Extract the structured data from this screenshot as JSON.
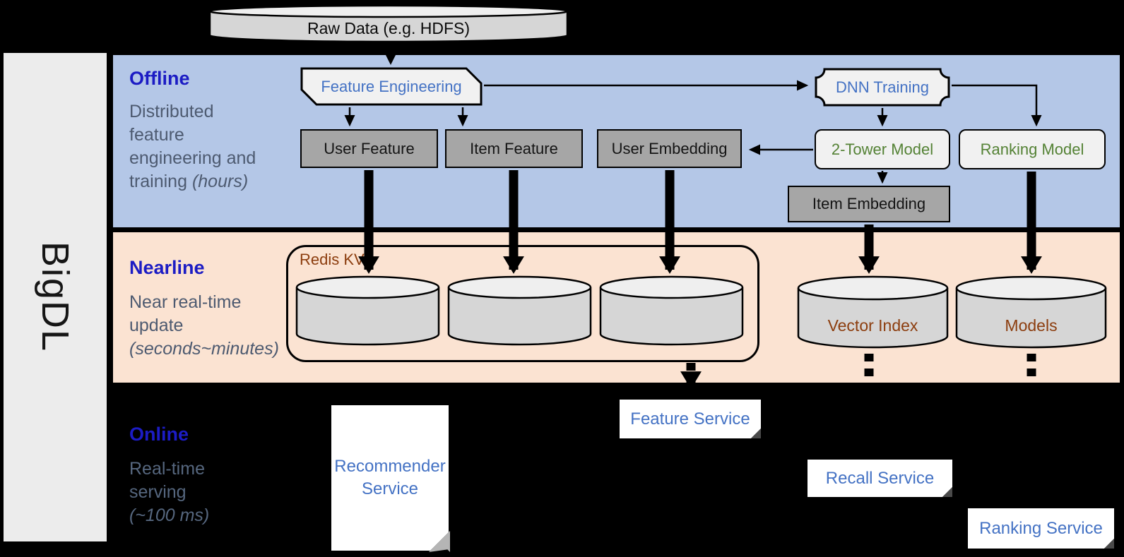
{
  "sidebar": {
    "label": "BigDL"
  },
  "data_source": {
    "label": "Raw Data (e.g. HDFS)"
  },
  "bands": {
    "offline": {
      "title": "Offline",
      "desc_line1": "Distributed",
      "desc_line2": "feature",
      "desc_line3": "engineering and",
      "desc_line4": "training",
      "desc_italic": "(hours)"
    },
    "nearline": {
      "title": "Nearline",
      "desc_line1": "Near real-time",
      "desc_line2": "update",
      "desc_italic": "(seconds~minutes)"
    },
    "online": {
      "title": "Online",
      "desc_line1": "Real-time",
      "desc_line2": "serving",
      "desc_italic": "(~100 ms)"
    }
  },
  "offline_nodes": {
    "feature_engineering": "Feature Engineering",
    "dnn_training": "DNN Training",
    "user_feature": "User Feature",
    "item_feature": "Item Feature",
    "user_embedding": "User Embedding",
    "two_tower_model": "2-Tower Model",
    "ranking_model": "Ranking Model",
    "item_embedding": "Item Embedding"
  },
  "nearline_nodes": {
    "redis_kv": "Redis KV",
    "vector_index": "Vector Index",
    "models": "Models"
  },
  "online_nodes": {
    "recommender_service": "Recommender Service",
    "feature_service": "Feature Service",
    "recall_service": "Recall Service",
    "ranking_service": "Ranking Service"
  },
  "colors": {
    "offline_band": "#B4C7E7",
    "nearline_band": "#FBE3D2",
    "sidebar_gray": "#ECECEC",
    "node_light_gray": "#F1F1F1",
    "node_dark_gray": "#A6A6A6",
    "accent_blue": "#4472C4",
    "accent_green": "#548235",
    "accent_brown": "#8C3D0E",
    "heading_blue": "#1C1CC4"
  }
}
